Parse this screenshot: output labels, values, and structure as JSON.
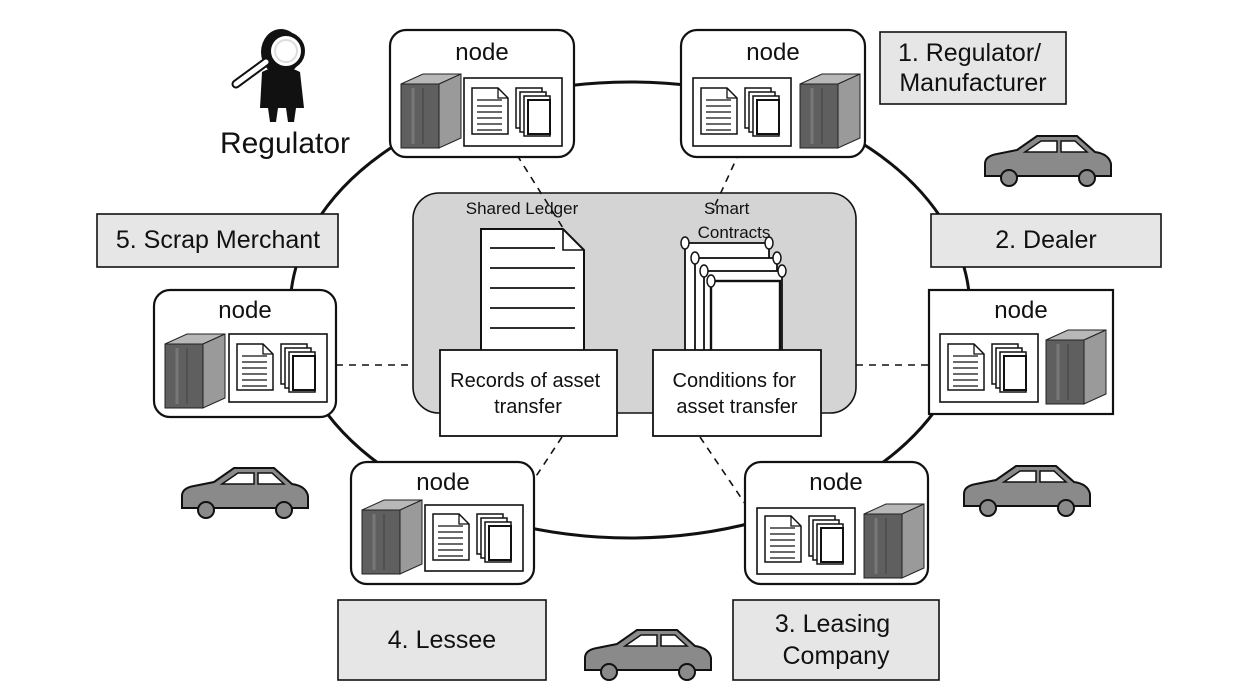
{
  "regulator": {
    "label": "Regulator"
  },
  "roles": {
    "r1": [
      "1. Regulator/",
      "Manufacturer"
    ],
    "r2": [
      "2. Dealer"
    ],
    "r3": [
      "3. Leasing",
      "Company"
    ],
    "r4": [
      "4. Lessee"
    ],
    "r5": [
      "5. Scrap Merchant"
    ]
  },
  "node_label": "node",
  "ledger": {
    "shared_ledger": "Shared Ledger",
    "smart_contracts": [
      "Smart",
      "Contracts"
    ],
    "records": [
      "Records of asset",
      "transfer"
    ],
    "conditions": [
      "Conditions for",
      "asset transfer"
    ]
  },
  "colors": {
    "role_fill": "#e6e6e6",
    "ledger_fill": "#d4d4d4",
    "car_fill": "#8a8a8a",
    "server_fill": "#5f5f5f"
  },
  "icons": [
    "magnifier-person-icon",
    "server-icon",
    "document-icon",
    "contract-scroll-icon",
    "car-icon"
  ]
}
